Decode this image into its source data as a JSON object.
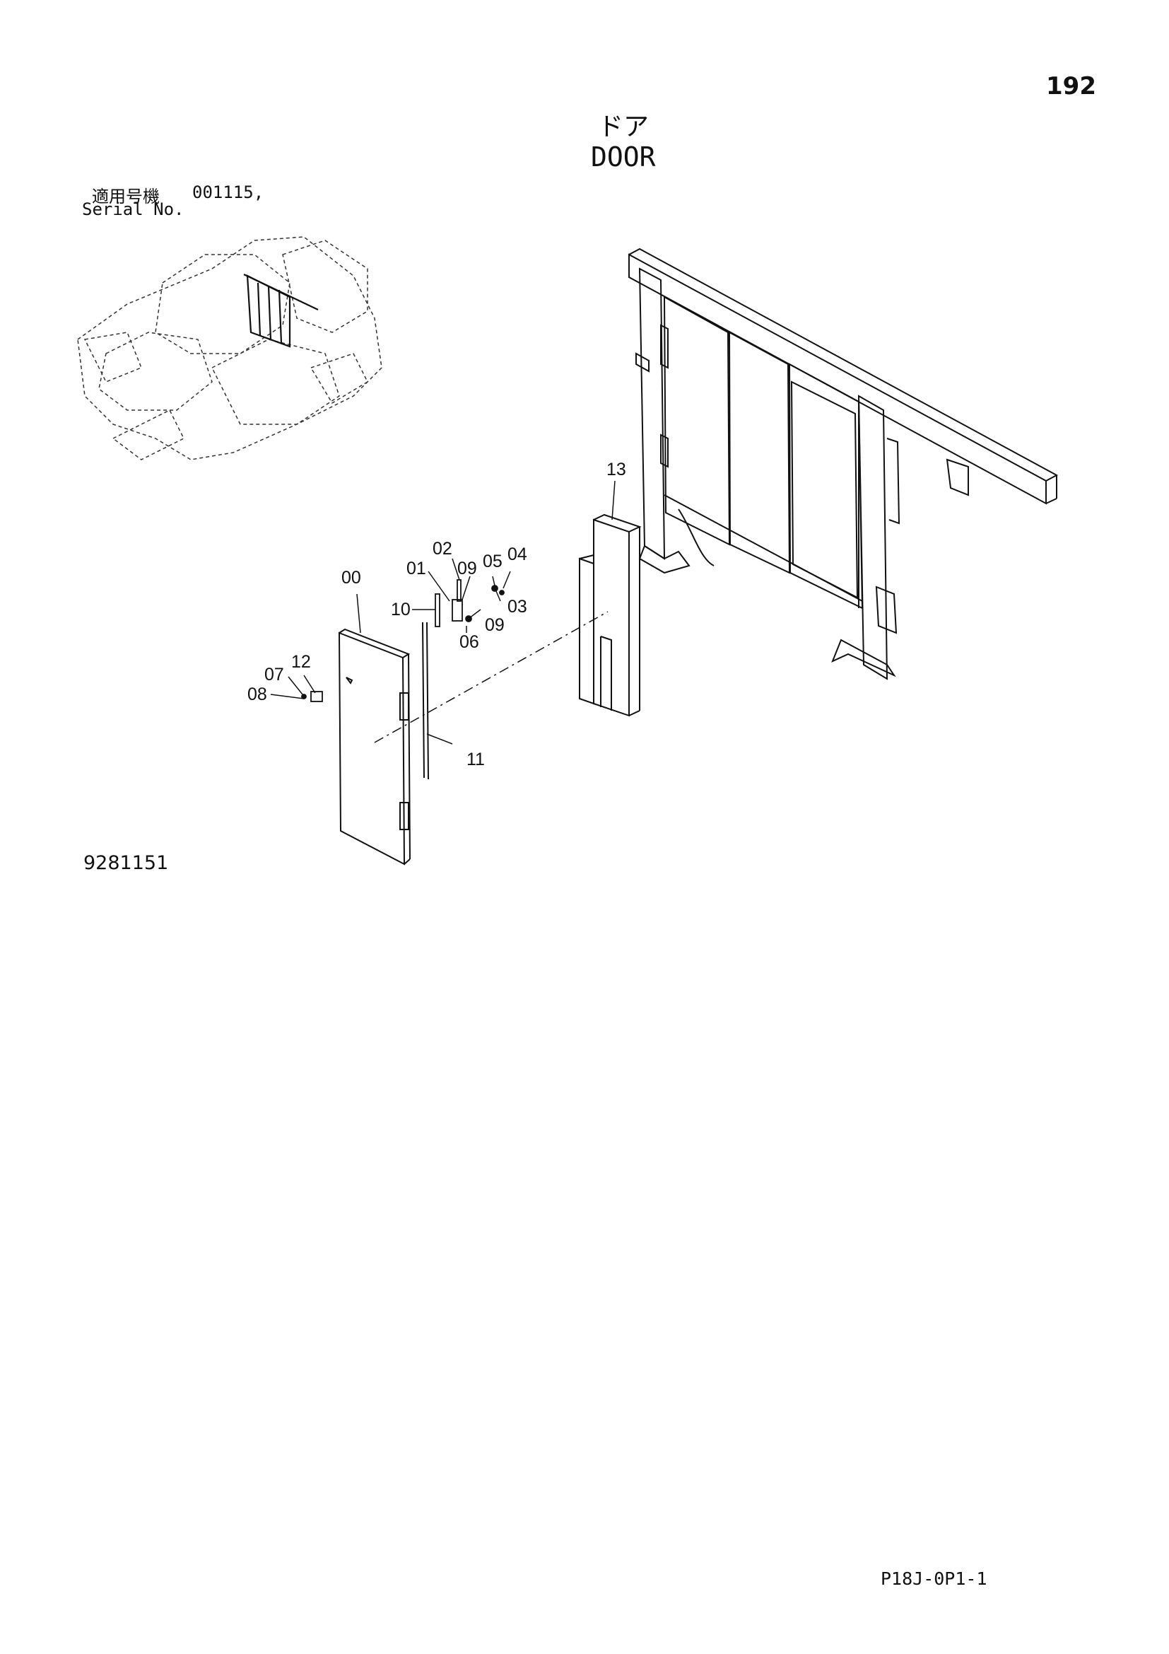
{
  "page": {
    "number": "192",
    "title_jp": "ドア",
    "title_en": "DOOR",
    "serial_label_jp": "適用号機",
    "serial_value": "001115,",
    "serial_label_en": "Serial No.",
    "drawing_number": "9281151",
    "sheet_code": "P18J-0P1-1"
  },
  "callouts": [
    "00",
    "01",
    "02",
    "03",
    "04",
    "05",
    "06",
    "07",
    "08",
    "09",
    "09",
    "10",
    "11",
    "12",
    "13"
  ]
}
